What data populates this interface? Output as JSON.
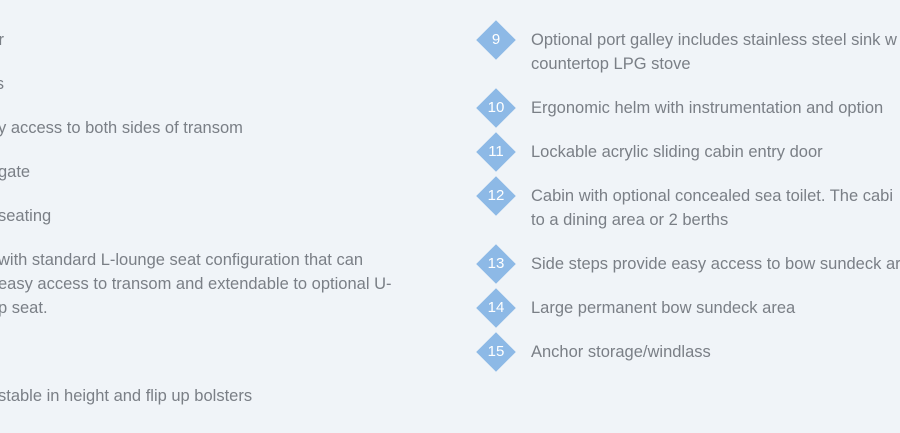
{
  "left_features": [
    "r",
    "s",
    "y access to both sides of transom",
    "gate",
    "seating",
    "with standard L-lounge seat configuration that can",
    "easy access to transom and extendable to optional U-",
    "p seat.",
    "stable in height and flip up bolsters"
  ],
  "right_features": [
    {
      "number": "9",
      "line1": "Optional port galley includes stainless steel sink w",
      "line2": "countertop LPG stove"
    },
    {
      "number": "10",
      "line1": "Ergonomic helm with instrumentation and option",
      "line2": ""
    },
    {
      "number": "11",
      "line1": "Lockable acrylic sliding cabin entry door",
      "line2": ""
    },
    {
      "number": "12",
      "line1": "Cabin with optional concealed sea toilet. The cabi",
      "line2": "to a dining area or 2 berths"
    },
    {
      "number": "13",
      "line1": "Side steps provide easy access to bow sundeck are",
      "line2": ""
    },
    {
      "number": "14",
      "line1": "Large permanent bow sundeck area",
      "line2": ""
    },
    {
      "number": "15",
      "line1": "Anchor storage/windlass",
      "line2": ""
    }
  ],
  "colors": {
    "background": "#f0f4f8",
    "text": "#7a7f86",
    "badge": "#8db9e6",
    "badge_text": "#ffffff"
  }
}
